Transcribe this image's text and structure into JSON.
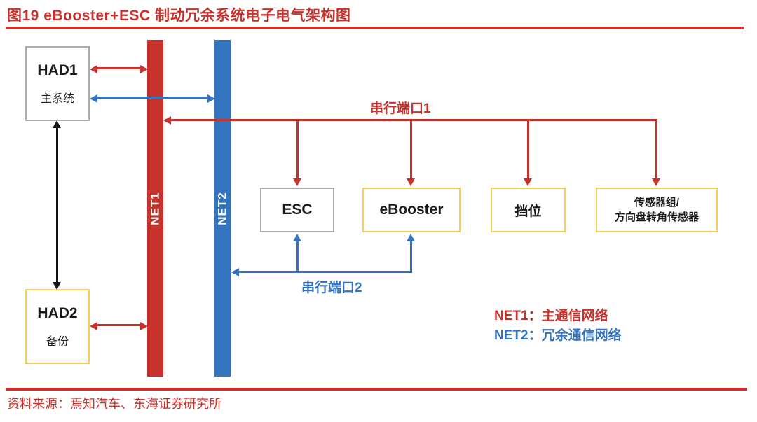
{
  "title": "图19  eBooster+ESC 制动冗余系统电子电气架构图",
  "colors": {
    "red": "#C8322D",
    "blue": "#3473BE",
    "yellow": "#F8CE55",
    "gray": "#9E9E9E",
    "black": "#141414"
  },
  "buses": {
    "net1": {
      "label": "NET1"
    },
    "net2": {
      "label": "NET2"
    }
  },
  "nodes": {
    "had1": {
      "title": "HAD1",
      "subtitle": "主系统"
    },
    "had2": {
      "title": "HAD2",
      "subtitle": "备份"
    },
    "esc": {
      "label": "ESC"
    },
    "ebooster": {
      "label": "eBooster"
    },
    "gear": {
      "label": "挡位"
    },
    "sensors": {
      "line1": "传感器组/",
      "line2": "方向盘转角传感器"
    }
  },
  "links": {
    "serial_port1": "串行端口1",
    "serial_port2": "串行端口2"
  },
  "legend": {
    "net1": "NET1：主通信网络",
    "net2": "NET2：冗余通信网络"
  },
  "footer": {
    "source": "资料来源：焉知汽车、东海证券研究所"
  }
}
